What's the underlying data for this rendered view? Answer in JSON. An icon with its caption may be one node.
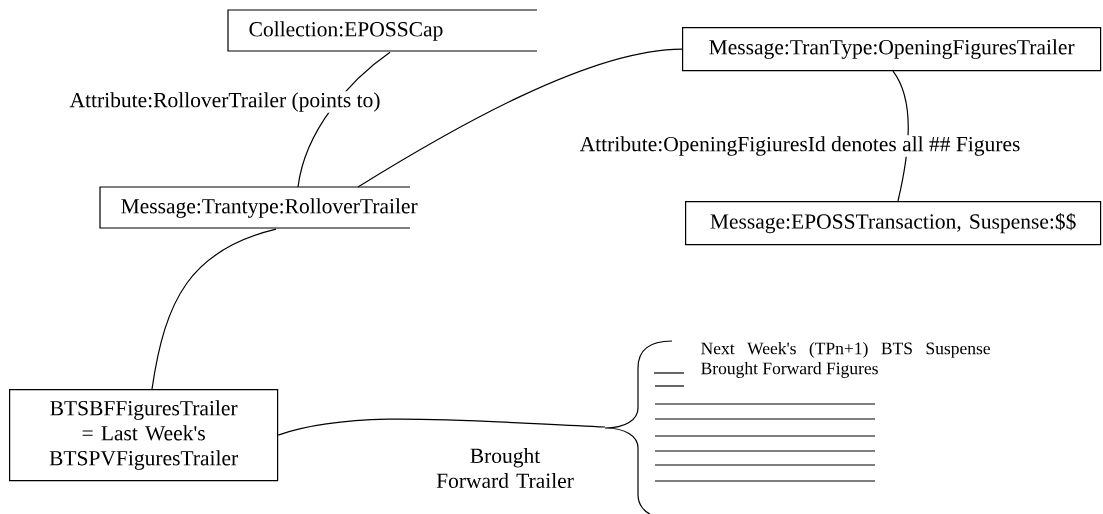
{
  "diagram": {
    "nodes": [
      {
        "text": [
          "Collection:EPOSSCap"
        ]
      },
      {
        "text": [
          "Message:TranType:OpeningFiguresTrailer"
        ]
      },
      {
        "text": [
          "Message:Trantype:RolloverTrailer"
        ]
      },
      {
        "text": [
          "Message:EPOSSTransaction, Suspense:$$"
        ]
      },
      {
        "text": [
          "BTSBFFiguresTrailer = Last Week's BTSPVFiguresTrailer"
        ]
      },
      {
        "text": [
          "Next Week's (TPn+1) BTS Suspense Brought Forward Figures"
        ]
      }
    ],
    "edges": [
      {
        "from": 0,
        "to": 2,
        "arrow": "none",
        "label": "Attribute:RolloverTrailer (points to)"
      },
      {
        "from": 2,
        "to": 1,
        "arrow": "none"
      },
      {
        "from": 1,
        "to": 3,
        "arrow": "none",
        "label": "Attribute:OpeningFigiuresId denotes all ## Figures"
      },
      {
        "from": 2,
        "to": 4,
        "arrow": "none"
      },
      {
        "from": 4,
        "to": 5,
        "arrow": "none",
        "label": "Brought Forward Trailer"
      }
    ]
  }
}
